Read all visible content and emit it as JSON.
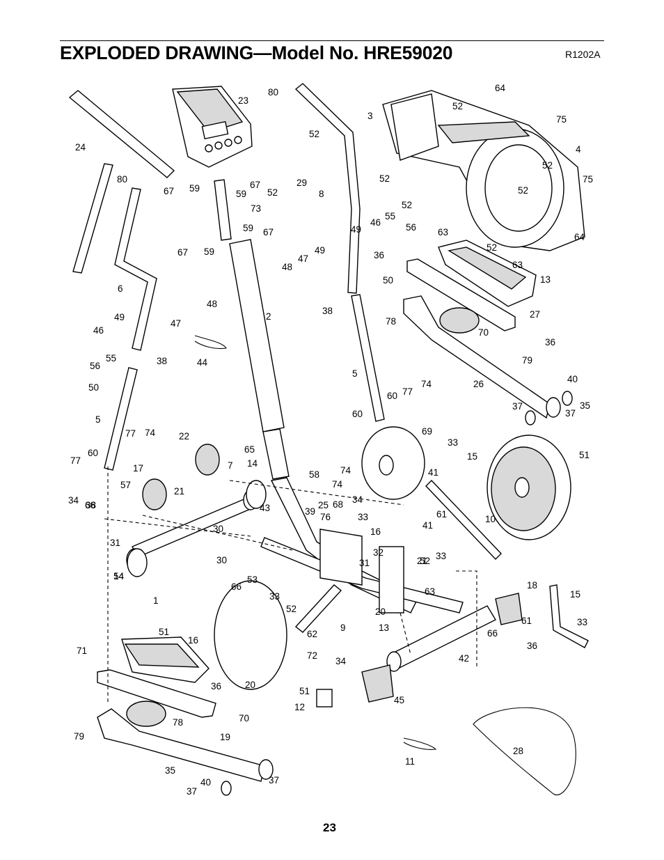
{
  "header": {
    "title": "EXPLODED DRAWING—Model No. HRE59020",
    "ref_code": "R1202A"
  },
  "footer": {
    "page_number": "23"
  },
  "part_labels": [
    "80",
    "64",
    "23",
    "3",
    "52",
    "75",
    "24",
    "52",
    "4",
    "52",
    "80",
    "67",
    "59",
    "59",
    "67",
    "52",
    "29",
    "8",
    "52",
    "75",
    "52",
    "52",
    "64",
    "73",
    "59",
    "67",
    "49",
    "46",
    "55",
    "56",
    "63",
    "67",
    "59",
    "47",
    "49",
    "48",
    "36",
    "52",
    "63",
    "13",
    "6",
    "48",
    "50",
    "49",
    "47",
    "38",
    "2",
    "78",
    "27",
    "46",
    "70",
    "36",
    "56",
    "55",
    "44",
    "79",
    "38",
    "50",
    "5",
    "26",
    "40",
    "60",
    "77",
    "74",
    "5",
    "37",
    "37",
    "35",
    "22",
    "74",
    "77",
    "60",
    "65",
    "69",
    "33",
    "15",
    "51",
    "77",
    "60",
    "17",
    "41",
    "7",
    "14",
    "58",
    "74",
    "34",
    "57",
    "74",
    "66",
    "21",
    "14",
    "43",
    "39",
    "68",
    "25",
    "34",
    "38",
    "33",
    "76",
    "16",
    "61",
    "10",
    "30",
    "41",
    "31",
    "32",
    "52",
    "33",
    "30",
    "31",
    "21",
    "54",
    "53",
    "66",
    "18",
    "15",
    "33",
    "63",
    "1",
    "20",
    "61",
    "52",
    "33",
    "13",
    "51",
    "16",
    "62",
    "9",
    "66",
    "36",
    "71",
    "72",
    "34",
    "42",
    "51",
    "20",
    "45",
    "12",
    "36",
    "70",
    "78",
    "79",
    "19",
    "28",
    "11",
    "35",
    "40",
    "37",
    "37"
  ]
}
